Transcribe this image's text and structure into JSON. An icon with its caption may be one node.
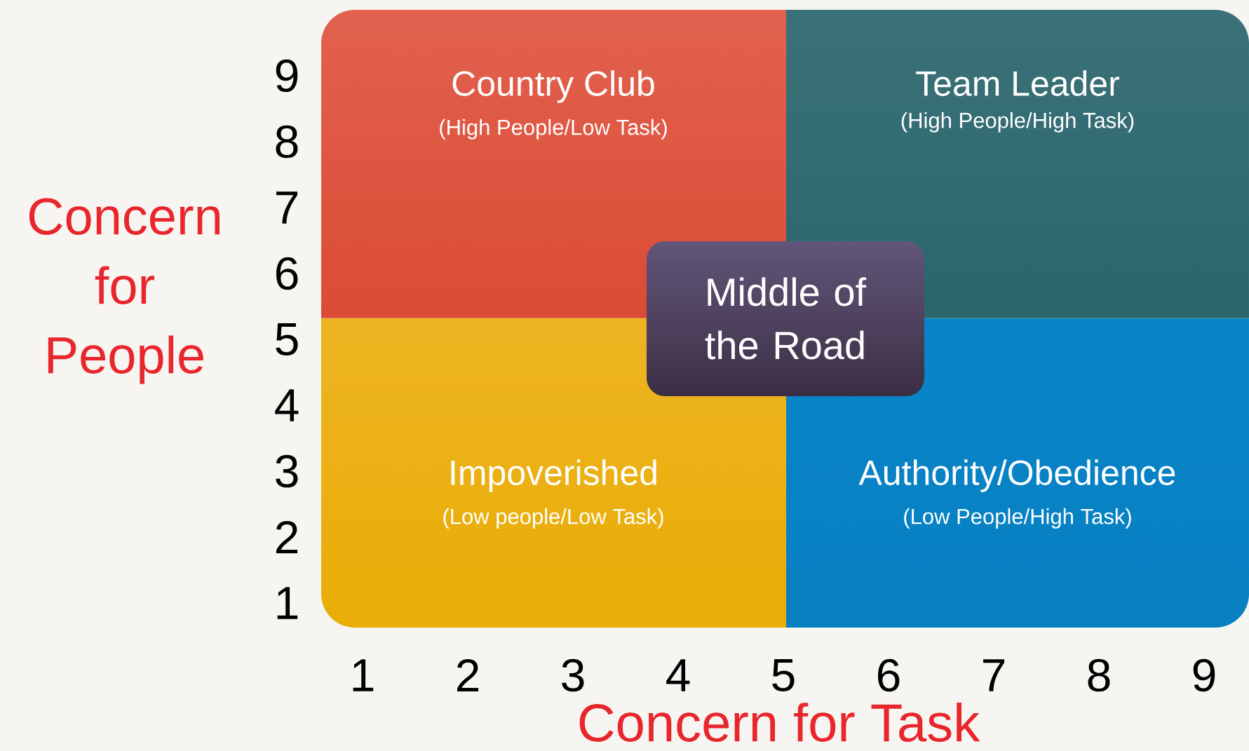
{
  "diagram": {
    "nodes": [
      {
        "text": [
          "Country Club",
          "(High People/Low Task)"
        ]
      },
      {
        "text": [
          "Team Leader",
          "(High People/High Task)"
        ]
      },
      {
        "text": [
          "Impoverished",
          "(Low people/Low Task)"
        ]
      },
      {
        "text": [
          "Authority/Obedience",
          "(Low People/High Task)"
        ]
      },
      {
        "text": [
          "Middle of the Road"
        ]
      }
    ],
    "labels": [
      "9",
      "8",
      "7",
      "6",
      "5",
      "4",
      "3",
      "2",
      "1",
      "Concern for People",
      "1",
      "2",
      "3",
      "4",
      "5",
      "6",
      "7",
      "8",
      "9",
      "Concern for Task"
    ]
  }
}
